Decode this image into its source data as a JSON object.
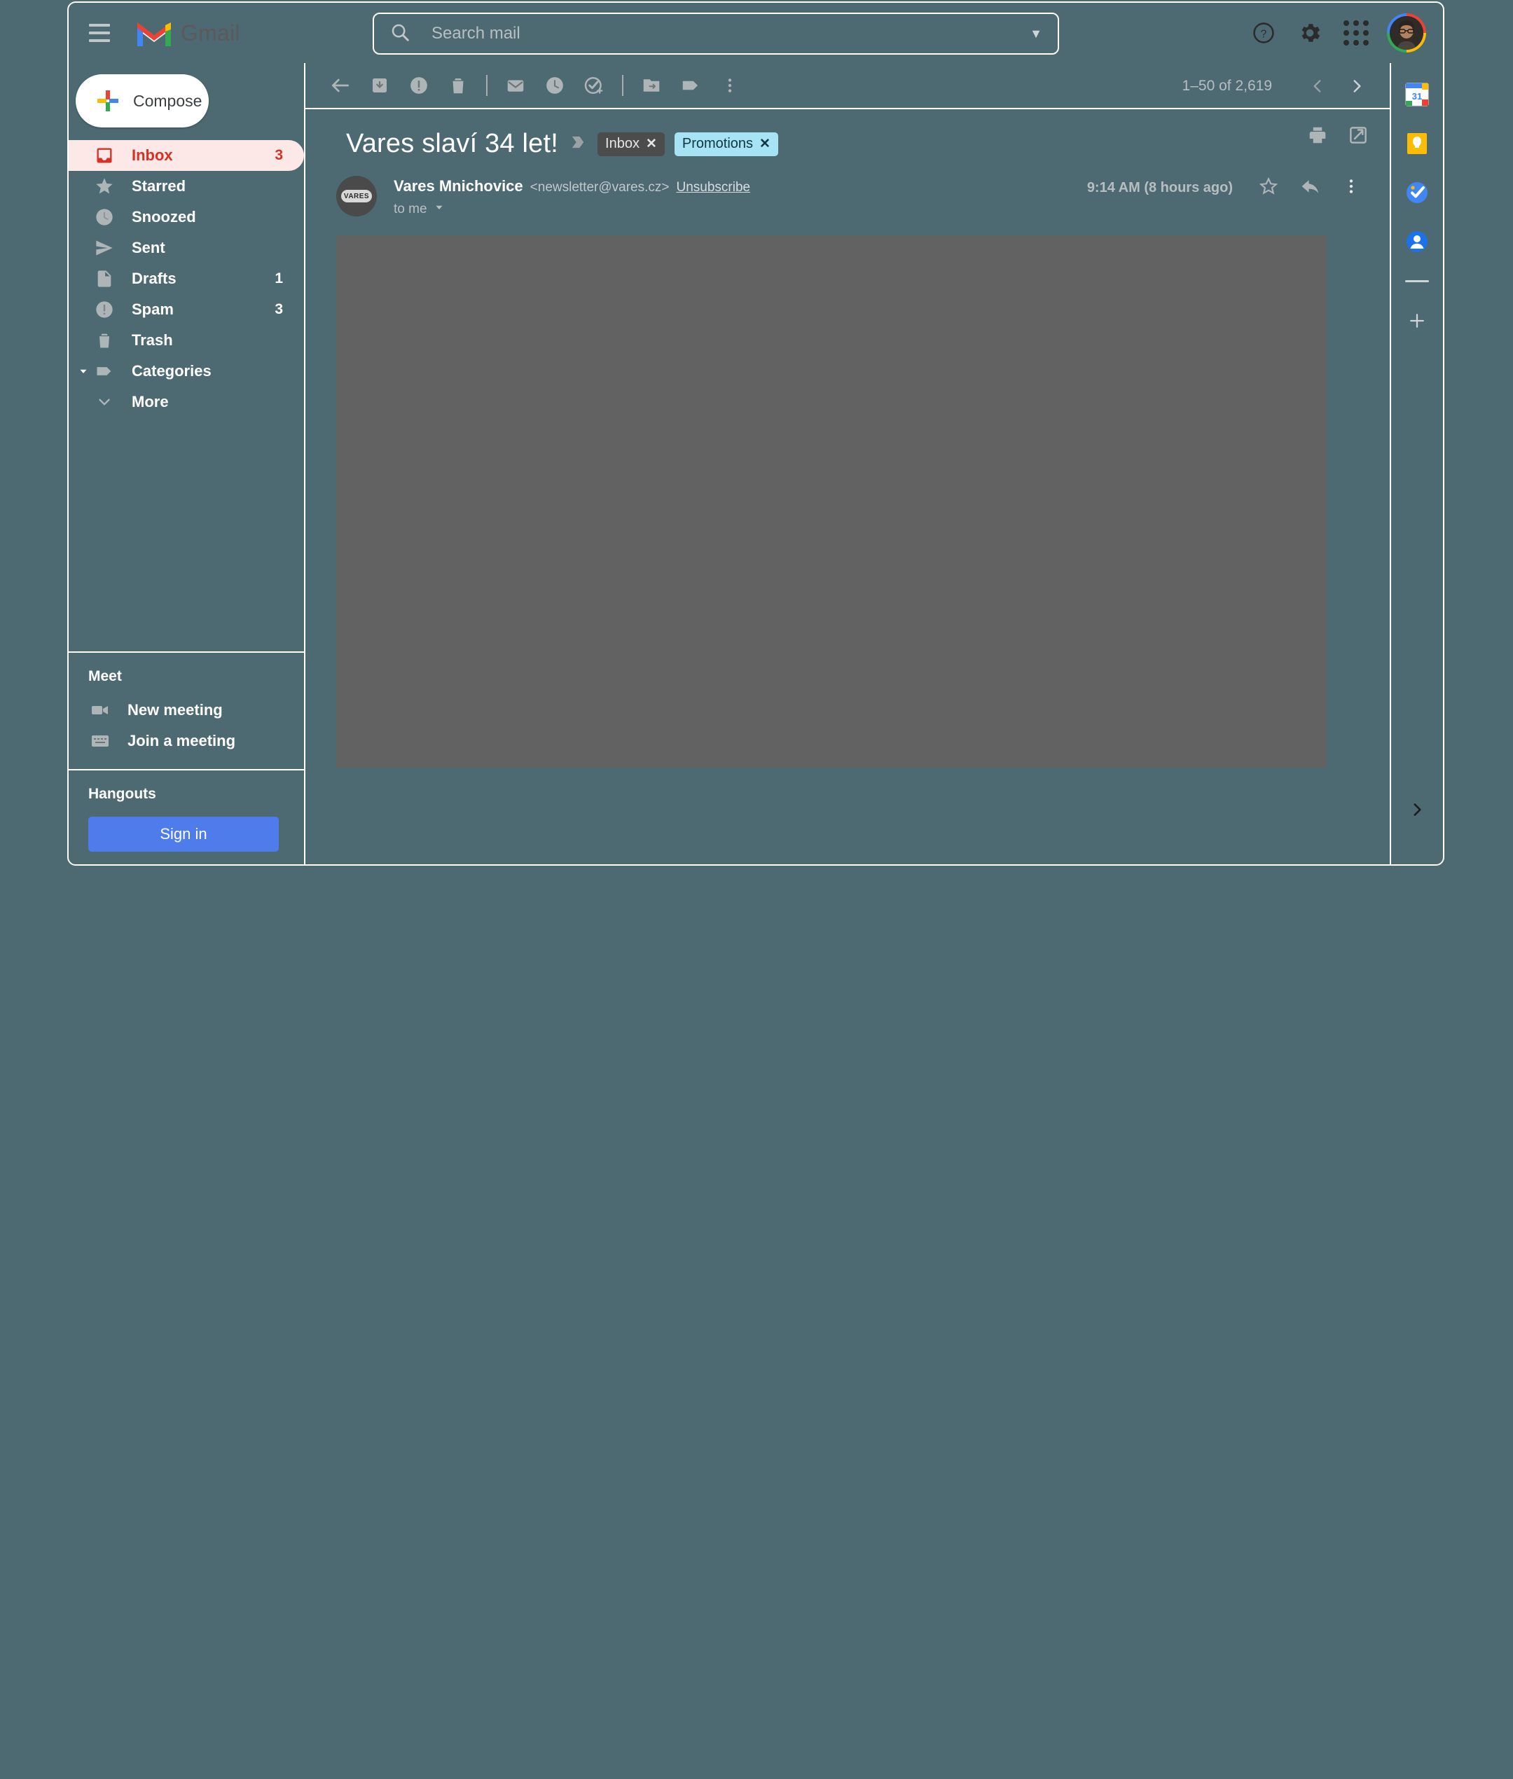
{
  "app": {
    "brand_name": "Gmail",
    "logo_icon": "gmail-m-logo",
    "menu_icon": "hamburger-menu-icon"
  },
  "search": {
    "placeholder": "Search mail",
    "value": "",
    "icon": "search-icon",
    "options_icon": "chevron-down-icon"
  },
  "header": {
    "help_icon": "help-circle-icon",
    "settings_icon": "gear-icon",
    "apps_icon": "apps-grid-icon",
    "avatar_icon": "user-avatar"
  },
  "sidebar": {
    "compose": {
      "label": "Compose",
      "icon": "plus-icon"
    },
    "items": [
      {
        "label": "Inbox",
        "count": "3",
        "icon": "inbox-icon",
        "active": true
      },
      {
        "label": "Starred",
        "count": "",
        "icon": "star-icon",
        "active": false
      },
      {
        "label": "Snoozed",
        "count": "",
        "icon": "clock-icon",
        "active": false
      },
      {
        "label": "Sent",
        "count": "",
        "icon": "send-icon",
        "active": false
      },
      {
        "label": "Drafts",
        "count": "1",
        "icon": "draft-file-icon",
        "active": false
      },
      {
        "label": "Spam",
        "count": "3",
        "icon": "spam-alert-icon",
        "active": false
      },
      {
        "label": "Trash",
        "count": "",
        "icon": "trash-icon",
        "active": false
      },
      {
        "label": "Categories",
        "count": "",
        "icon": "label-tag-icon",
        "active": false
      },
      {
        "label": "More",
        "count": "",
        "icon": "chevron-down-icon",
        "active": false
      }
    ],
    "meet": {
      "title": "Meet",
      "new_meeting": "New meeting",
      "new_meeting_icon": "video-camera-icon",
      "join_meeting": "Join a meeting",
      "join_meeting_icon": "keyboard-icon"
    },
    "hangouts": {
      "title": "Hangouts",
      "sign_in": "Sign in"
    }
  },
  "toolbar": {
    "back_icon": "back-arrow-icon",
    "archive_icon": "archive-icon",
    "spam_icon": "report-spam-icon",
    "delete_icon": "trash-icon",
    "unread_icon": "mark-unread-icon",
    "snooze_icon": "snooze-clock-icon",
    "task_icon": "add-to-tasks-icon",
    "move_icon": "move-to-folder-icon",
    "label_icon": "label-tag-icon",
    "more_icon": "more-vertical-icon",
    "pagination": "1–50 of 2,619",
    "prev_icon": "chevron-left-icon",
    "next_icon": "chevron-right-icon"
  },
  "thread": {
    "subject": "Vares slaví 34 let!",
    "important_icon": "important-marker-icon",
    "labels": [
      {
        "name": "Inbox",
        "remove": "✕",
        "style": "inbox"
      },
      {
        "name": "Promotions",
        "remove": "✕",
        "style": "promotions"
      }
    ],
    "print_icon": "printer-icon",
    "popout_icon": "open-in-new-window-icon",
    "message": {
      "avatar_text": "VARES",
      "sender_name": "Vares Mnichovice",
      "sender_email": "<newsletter@vares.cz>",
      "unsubscribe": "Unsubscribe",
      "to": "to me",
      "to_caret_icon": "chevron-down-icon",
      "time": "9:14 AM (8 hours ago)",
      "star_icon": "star-outline-icon",
      "reply_icon": "reply-arrow-icon",
      "more_icon": "more-vertical-icon",
      "body_placeholder": ""
    }
  },
  "rail": {
    "items": [
      {
        "icon": "google-calendar-icon",
        "label": "Calendar"
      },
      {
        "icon": "google-keep-icon",
        "label": "Keep"
      },
      {
        "icon": "google-tasks-icon",
        "label": "Tasks"
      },
      {
        "icon": "google-contacts-icon",
        "label": "Contacts"
      }
    ],
    "add_on_icon": "add-ons-plus-icon",
    "expand_icon": "chevron-right-icon"
  },
  "colors": {
    "page_bg": "#4d6a73",
    "active_nav_bg": "#fce8e6",
    "active_nav_text": "#d93025",
    "promotions_chip": "#a6e3f5",
    "inbox_chip": "#4c4c4c",
    "signin_blue": "#4e7cea",
    "body_placeholder": "#626262"
  }
}
